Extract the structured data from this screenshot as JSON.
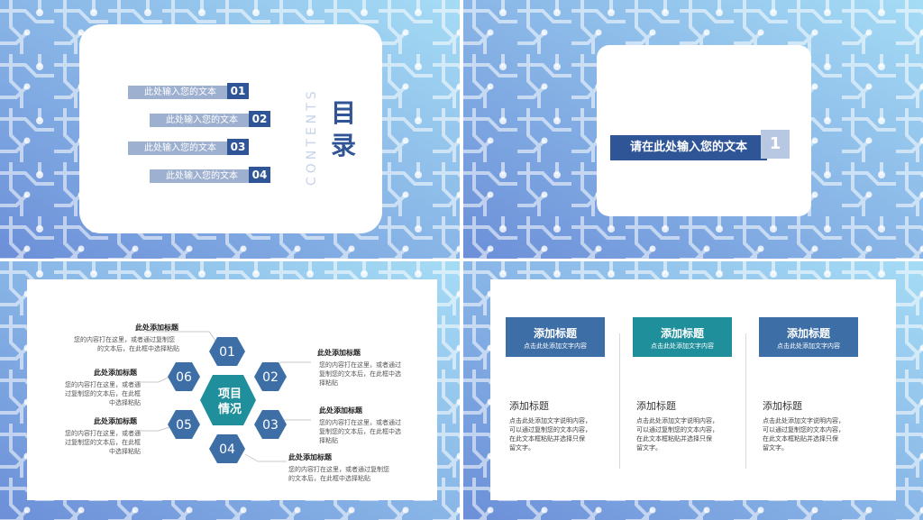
{
  "colors": {
    "dark_blue": "#2f5597",
    "mid_blue": "#3e6ea6",
    "teal": "#1f8f9b",
    "light_bar": "#9eb0cf",
    "bg_from": "#6c8fd8",
    "bg_to": "#9fd6f3"
  },
  "slide1": {
    "title": "目录",
    "contents": "CONTENTS",
    "items": [
      {
        "label": "此处输入您的文本",
        "num": "01"
      },
      {
        "label": "此处输入您的文本",
        "num": "02"
      },
      {
        "label": "此处输入您的文本",
        "num": "03"
      },
      {
        "label": "此处输入您的文本",
        "num": "04"
      }
    ]
  },
  "slide2": {
    "title": "请在此处输入您的文本",
    "num": "1"
  },
  "slide3": {
    "center": [
      "项目",
      "情况"
    ],
    "hexes": [
      "01",
      "02",
      "03",
      "04",
      "05",
      "06"
    ],
    "labels": [
      {
        "title": "此处添加标题",
        "lines": [
          "您的内容打在这里，或者通过复制您",
          "的文本后，在此框中选择粘贴"
        ]
      },
      {
        "title": "此处添加标题",
        "lines": [
          "您的内容打在这里，或者通过",
          "复制您的文本后，在此框中选",
          "择粘贴"
        ]
      },
      {
        "title": "此处添加标题",
        "lines": [
          "您的内容打在这里，或者通过",
          "复制您的文本后，在此框中选",
          "择粘贴"
        ]
      },
      {
        "title": "此处添加标题",
        "lines": [
          "您的内容打在这里，或者通过复制您",
          "的文本后，在此框中选择粘贴"
        ]
      },
      {
        "title": "此处添加标题",
        "lines": [
          "您的内容打在这里，或者通",
          "过复制您的文本后，在此框",
          "中选择粘贴"
        ]
      },
      {
        "title": "此处添加标题",
        "lines": [
          "您的内容打在这里，或者通",
          "过复制您的文本后，在此框",
          "中选择粘贴"
        ]
      }
    ]
  },
  "slide4": {
    "columns": [
      {
        "head": "添加标题",
        "head_sub": "点击此处添加文字内容",
        "title": "添加标题",
        "lines": [
          "点击此处添加文字说明内容，",
          "可以通过复制您的文本内容，",
          "在此文本框粘贴并选择只保",
          "留文字。"
        ],
        "color": "#3e6ea6"
      },
      {
        "head": "添加标题",
        "head_sub": "点击此处添加文字内容",
        "title": "添加标题",
        "lines": [
          "点击此处添加文字说明内容，",
          "可以通过复制您的文本内容，",
          "在此文本框粘贴并选择只保",
          "留文字。"
        ],
        "color": "#1f8f9b"
      },
      {
        "head": "添加标题",
        "head_sub": "点击此处添加文字内容",
        "title": "添加标题",
        "lines": [
          "点击此处添加文字说明内容，",
          "可以通过复制您的文本内容，",
          "在此文本框粘贴并选择只保",
          "留文字。"
        ],
        "color": "#3e6ea6"
      }
    ]
  }
}
